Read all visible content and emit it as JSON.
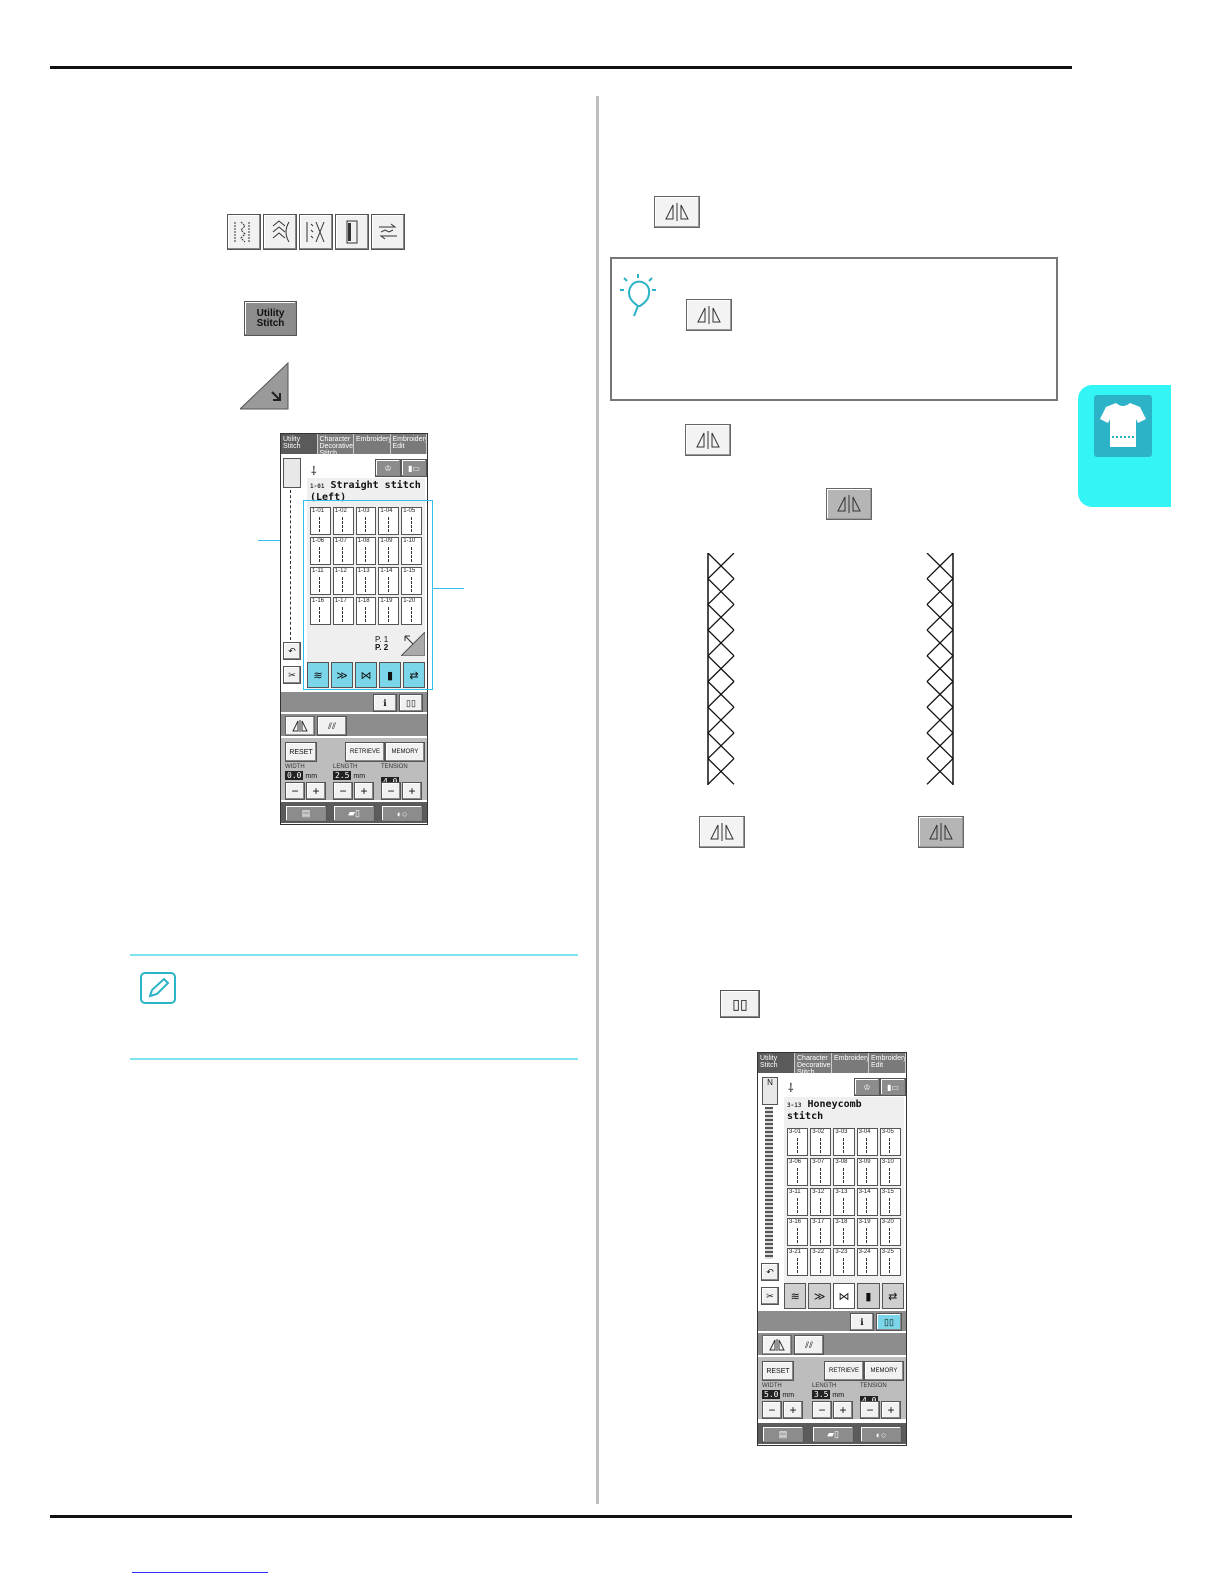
{
  "screen1": {
    "tabs": [
      "Utility\nStitch",
      "Character\nDecorative\nStitch",
      "Embroidery",
      "Embroidery\nEdit"
    ],
    "title": "Straight stitch\n(Left)",
    "title_code": "1-01",
    "codes": [
      "1-01",
      "1-02",
      "1-03",
      "1-04",
      "1-05",
      "1-06",
      "1-07",
      "1-08",
      "1-09",
      "1-10",
      "1-11",
      "1-12",
      "1-13",
      "1-14",
      "1-15",
      "1-16",
      "1-17",
      "1-18",
      "1-19",
      "1-20"
    ],
    "page_current": "P. 1",
    "page_total": "P. 2",
    "reset": "RESET",
    "retrieve": "RETRIEVE",
    "memory": "MEMORY",
    "width_label": "WIDTH",
    "width_value": "0.0",
    "length_label": "LENGTH",
    "length_value": "2.5",
    "tension_label": "TENSION",
    "tension_value": "4.0",
    "unit": "mm",
    "minus": "−",
    "plus": "+"
  },
  "utility_button_label": "Utility\nStitch",
  "screen2": {
    "tabs": [
      "Utility\nStitch",
      "Character\nDecorative\nStitch",
      "Embroidery",
      "Embroidery\nEdit"
    ],
    "title": "Honeycomb stitch",
    "title_code": "3-13",
    "codes": [
      "3-01",
      "3-02",
      "3-03",
      "3-04",
      "3-05",
      "3-06",
      "3-07",
      "3-08",
      "3-09",
      "3-10",
      "3-11",
      "3-12",
      "3-13",
      "3-14",
      "3-15",
      "3-16",
      "3-17",
      "3-18",
      "3-19",
      "3-20",
      "3-21",
      "3-22",
      "3-23",
      "3-24",
      "3-25"
    ],
    "reset": "RESET",
    "retrieve": "RETRIEVE",
    "memory": "MEMORY",
    "width_label": "WIDTH",
    "width_value": "5.0",
    "length_label": "LENGTH",
    "length_value": "3.5",
    "tension_label": "TENSION",
    "tension_value": "4.0",
    "unit": "mm",
    "minus": "−",
    "plus": "+"
  },
  "icons": {
    "note": "lightbulb-icon",
    "memo": "memo-pencil-icon",
    "side_tab": "shirt-icon"
  },
  "colors": {
    "accent_cyan": "#33f5f5",
    "highlight_blue": "#7ad6e8"
  }
}
